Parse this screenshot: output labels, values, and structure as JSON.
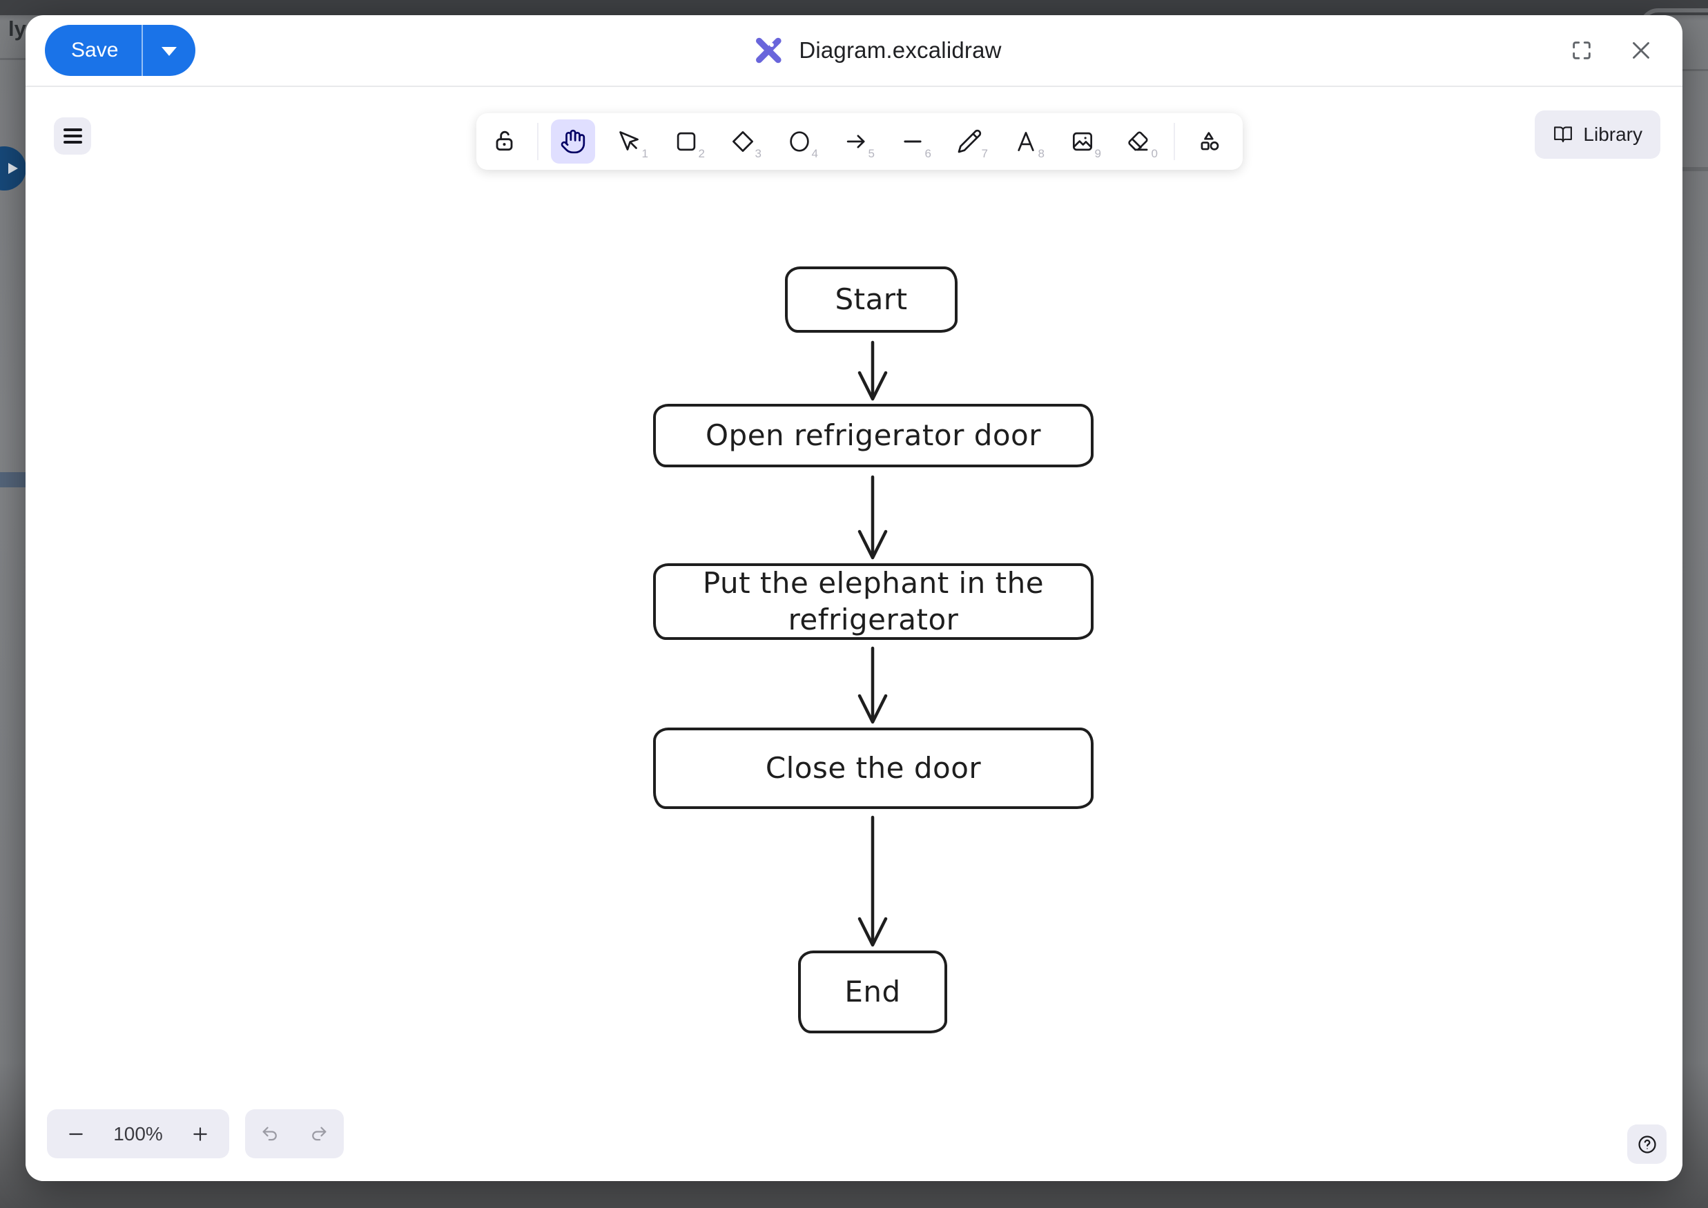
{
  "backdrop": {
    "fragment_text": "ly F"
  },
  "modal": {
    "header": {
      "save_label": "Save",
      "title": "Diagram.excalidraw"
    },
    "toolbar": {
      "tools": [
        {
          "name": "lock",
          "shortcut": ""
        },
        {
          "name": "hand",
          "shortcut": "",
          "selected": true
        },
        {
          "name": "selection",
          "shortcut": "1"
        },
        {
          "name": "rectangle",
          "shortcut": "2"
        },
        {
          "name": "diamond",
          "shortcut": "3"
        },
        {
          "name": "ellipse",
          "shortcut": "4"
        },
        {
          "name": "arrow",
          "shortcut": "5"
        },
        {
          "name": "line",
          "shortcut": "6"
        },
        {
          "name": "draw",
          "shortcut": "7"
        },
        {
          "name": "text",
          "shortcut": "8"
        },
        {
          "name": "image",
          "shortcut": "9"
        },
        {
          "name": "eraser",
          "shortcut": "0"
        },
        {
          "name": "shapes",
          "shortcut": ""
        }
      ]
    },
    "library": {
      "label": "Library"
    },
    "footer": {
      "zoom_value": "100%"
    },
    "diagram": {
      "nodes": [
        {
          "label": "Start"
        },
        {
          "label": "Open refrigerator door"
        },
        {
          "label": "Put the elephant in the refrigerator"
        },
        {
          "label": "Close the door"
        },
        {
          "label": "End"
        }
      ]
    }
  },
  "colors": {
    "accent_blue": "#1A73E8",
    "logo_purple": "#6965DB",
    "selected_tool_bg": "#E0DFFF",
    "island_bg": "#ECECF4",
    "diagram_stroke": "#1E1E1E"
  }
}
